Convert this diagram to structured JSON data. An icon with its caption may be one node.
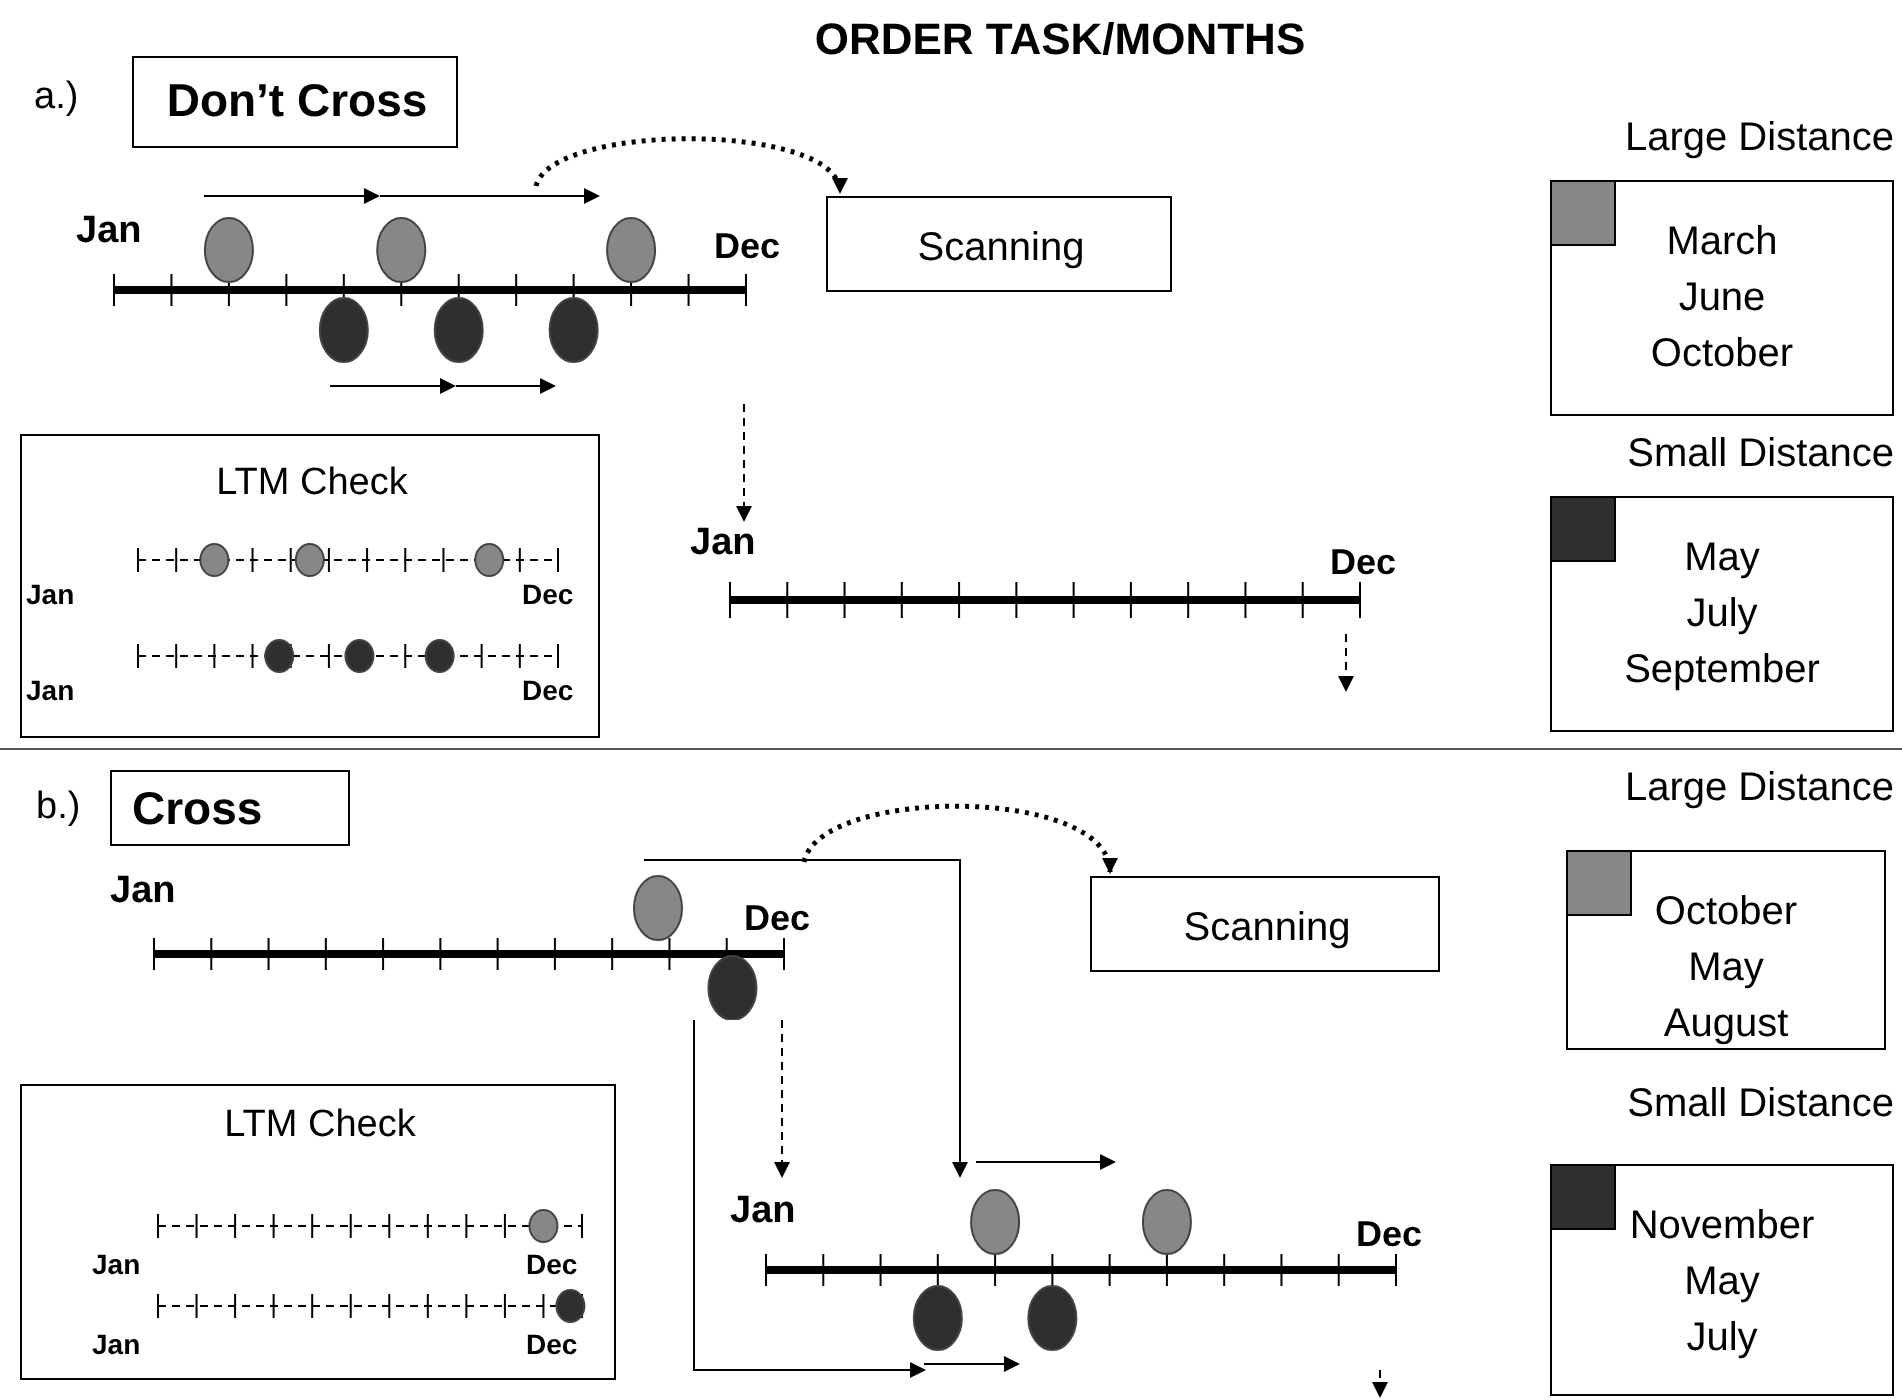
{
  "diagram": {
    "title": "ORDER TASK/MONTHS",
    "nodes": [
      {
        "text": [
          "Don’t Cross"
        ],
        "beside": [
          "a.)"
        ]
      },
      {
        "text": [
          "Scanning"
        ]
      },
      {
        "text": [
          "Jan",
          "Dec"
        ]
      },
      {
        "text": [
          "Jan",
          "Dec"
        ]
      },
      {
        "text": [
          "LTM Check",
          "Jan",
          "Dec",
          "Jan",
          "Dec"
        ]
      },
      {
        "text": [
          "Large Distance",
          "March June October"
        ]
      },
      {
        "text": [
          "Small Distance",
          "May July September"
        ]
      },
      {
        "text": [
          "Cross"
        ],
        "beside": [
          "b.)"
        ]
      },
      {
        "text": [
          "Scanning"
        ]
      },
      {
        "text": [
          "Jan",
          "Dec"
        ]
      },
      {
        "text": [
          "Jan",
          "Dec"
        ]
      },
      {
        "text": [
          "LTM Check",
          "Jan",
          "Dec",
          "Jan",
          "Dec"
        ]
      },
      {
        "text": [
          "Large Distance",
          "October May August"
        ]
      },
      {
        "text": [
          "Small Distance",
          "November May July"
        ]
      }
    ],
    "edges": [
      {
        "from": 2,
        "to": 1,
        "arrow": "to",
        "style": "dashed"
      },
      {
        "from": 2,
        "to": 3,
        "arrow": "to",
        "style": "dashed"
      },
      {
        "from": 3,
        "to": null,
        "arrow": "to",
        "style": "dashed"
      },
      {
        "from": 9,
        "to": 8,
        "arrow": "to",
        "style": "dashed"
      },
      {
        "from": 9,
        "to": 10,
        "arrow": "to"
      },
      {
        "from": 9,
        "to": 10,
        "arrow": "to"
      },
      {
        "from": 9,
        "to": 10,
        "arrow": "to",
        "style": "dashed"
      },
      {
        "from": 10,
        "to": null,
        "arrow": "to",
        "style": "dashed"
      }
    ]
  }
}
